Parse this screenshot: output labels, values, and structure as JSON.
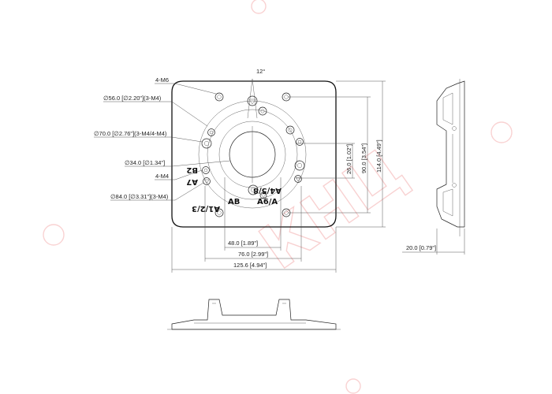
{
  "labels": {
    "holes_m6": "4-M6",
    "angle": "12°",
    "d56": "∅56.0 [∅2.20\"](3-M4)",
    "d70": "∅70.0 [∅2.76\"](3-M4/4-M4)",
    "d34": "∅34.0 [∅1.34\"]",
    "holes_m4": "4-M4",
    "d84": "∅84.0 [∅3.31\"](3-M4)",
    "w48": "48.0 [1.89\"]",
    "w76": "76.0 [2.99\"]",
    "w125": "125.6 [4.94\"]",
    "h26": "26.0 [1.02\"]",
    "h90": "90.0 [3.54\"]",
    "h114": "114.0 [4.49\"]",
    "t20": "20.0 [0.79\"]"
  },
  "marks": {
    "b2": "B2",
    "a7": "A7",
    "a123": "A1/2/3",
    "a458": "A4/5/8",
    "ab": "AB",
    "a6a": "A6/A"
  },
  "watermark": {
    "text": "КНЦ"
  }
}
